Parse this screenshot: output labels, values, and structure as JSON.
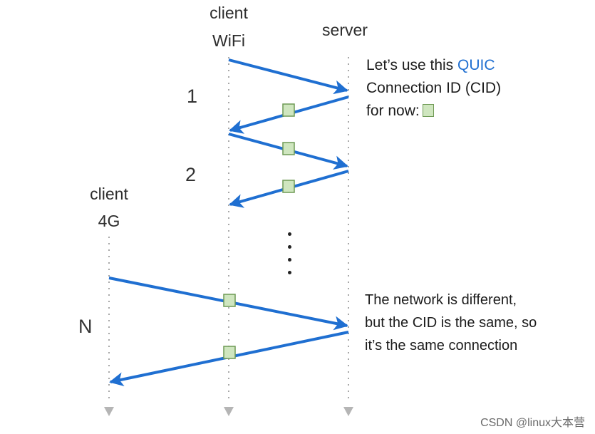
{
  "nodes": {
    "client_wifi": {
      "line1": "client",
      "line2": "WiFi"
    },
    "server": {
      "label": "server"
    },
    "client_4g": {
      "line1": "client",
      "line2": "4G"
    }
  },
  "steps": [
    "1",
    "2",
    "N"
  ],
  "notes": {
    "cid_intro": {
      "line1_prefix": "Let’s use this ",
      "line1_highlight": "QUIC",
      "line2": "Connection ID (CID)",
      "line3": "for now:"
    },
    "migration": {
      "line1": "The network is different,",
      "line2": "but the CID is the same, so",
      "line3": "it’s the same connection"
    }
  },
  "colors": {
    "arrow": "#1f6fd1",
    "cid_fill": "#cfe6bf",
    "cid_border": "#6f9a55",
    "lifeline": "#a8a8a8",
    "highlight": "#1f6fd1"
  },
  "icons": {
    "lifeline_end": "down-triangle-icon",
    "cid_marker": "cid-square-icon"
  },
  "watermark": "CSDN @linux大本营"
}
